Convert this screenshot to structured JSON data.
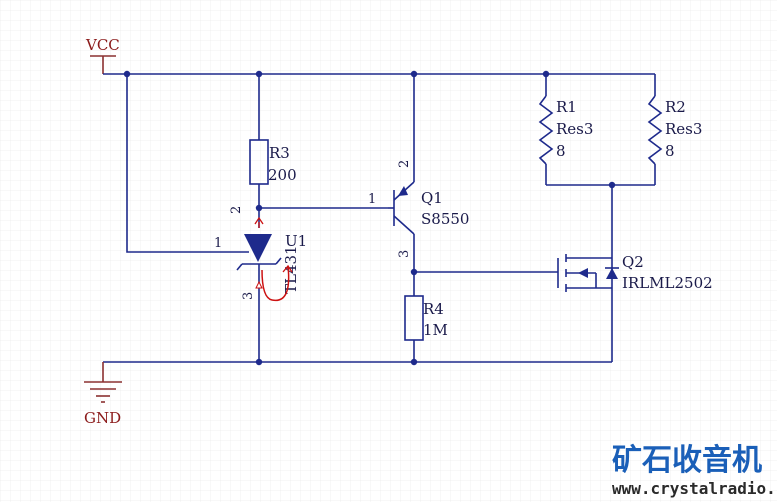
{
  "power": {
    "vcc": "VCC",
    "gnd": "GND"
  },
  "components": {
    "r3": {
      "ref": "R3",
      "value": "200"
    },
    "r1": {
      "ref": "R1",
      "value": "Res3",
      "extra": "8"
    },
    "r2": {
      "ref": "R2",
      "value": "Res3",
      "extra": "8"
    },
    "r4": {
      "ref": "R4",
      "value": "1M"
    },
    "q1": {
      "ref": "Q1",
      "value": "S8550",
      "pin1": "1",
      "pin2": "2",
      "pin3": "3"
    },
    "q2": {
      "ref": "Q2",
      "value": "IRLML2502"
    },
    "u1": {
      "ref": "U1",
      "value": "TL431",
      "pin1": "1",
      "pin2": "2",
      "pin3": "3"
    }
  },
  "watermark": {
    "chinese": "矿石收音机",
    "url": "www.crystalradio.cn"
  },
  "colors": {
    "wire": "#1e2a8c",
    "power": "#8b3030",
    "annotation": "#cc1111",
    "watermark": "#1a5fb8",
    "grid": "#e6e6e6"
  }
}
